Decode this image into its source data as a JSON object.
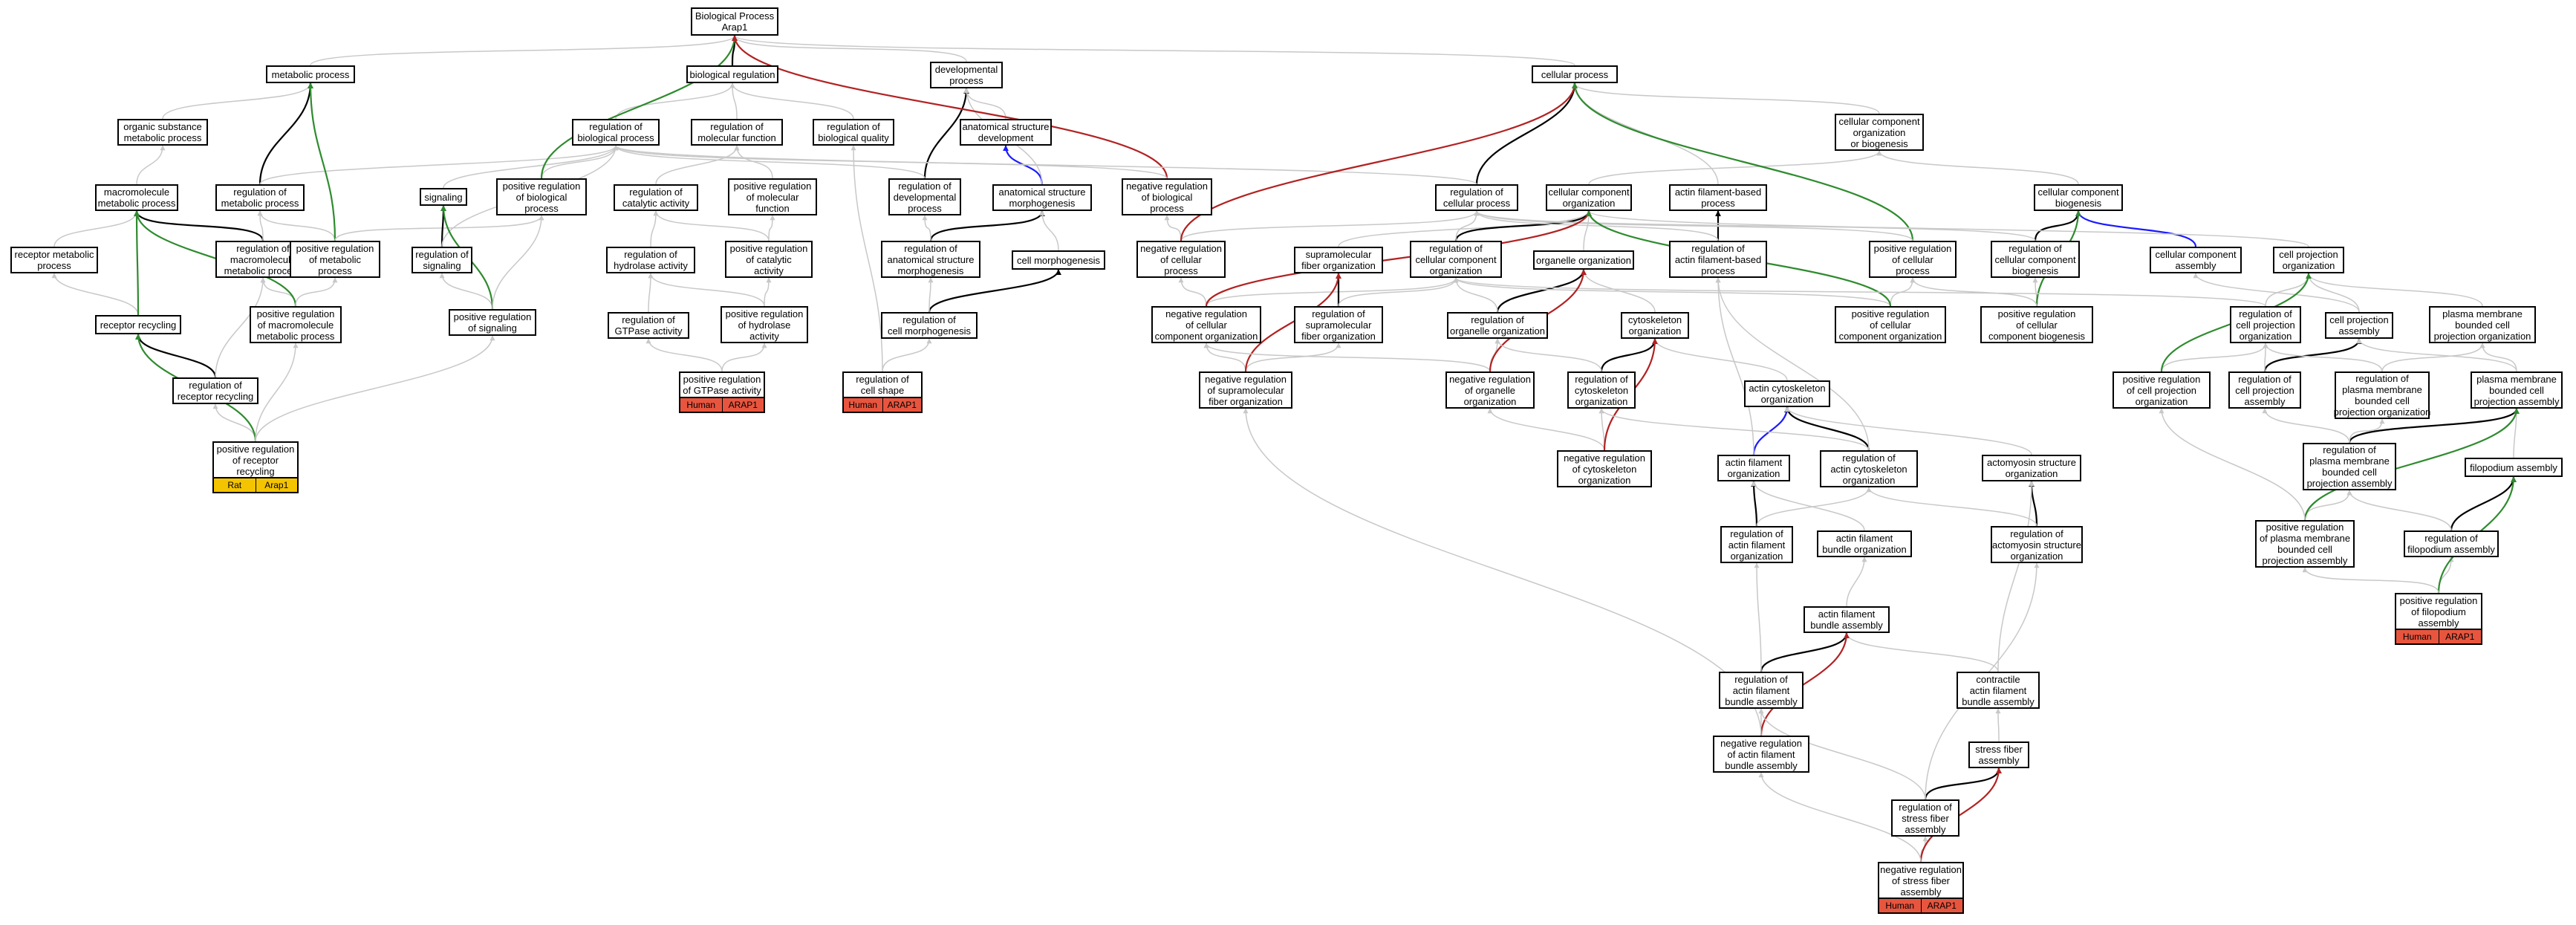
{
  "colors": {
    "edge_gray": "#c8c8c8",
    "edge_black": "#000000",
    "edge_green": "#2e8b2e",
    "edge_red": "#b22222",
    "edge_blue": "#1a1aff",
    "tag_human": "#e8553e",
    "tag_rat": "#f5c400"
  },
  "nodes": [
    {
      "id": "root",
      "lines": [
        "Biological Process",
        "Arap1"
      ]
    },
    {
      "id": "metabolic",
      "lines": [
        "metabolic process"
      ]
    },
    {
      "id": "bioreg",
      "lines": [
        "biological regulation"
      ]
    },
    {
      "id": "developmental",
      "lines": [
        "developmental",
        "process"
      ]
    },
    {
      "id": "cellular",
      "lines": [
        "cellular process"
      ]
    },
    {
      "id": "organic",
      "lines": [
        "organic substance",
        "metabolic process"
      ]
    },
    {
      "id": "regbio",
      "lines": [
        "regulation of",
        "biological process"
      ]
    },
    {
      "id": "regmolfn",
      "lines": [
        "regulation of",
        "molecular function"
      ]
    },
    {
      "id": "regbioqual",
      "lines": [
        "regulation of",
        "biological quality"
      ]
    },
    {
      "id": "anatdev",
      "lines": [
        "anatomical structure",
        "development"
      ]
    },
    {
      "id": "ccob",
      "lines": [
        "cellular component",
        "organization",
        "or biogenesis"
      ]
    },
    {
      "id": "macro",
      "lines": [
        "macromolecule",
        "metabolic process"
      ]
    },
    {
      "id": "regmet",
      "lines": [
        "regulation of",
        "metabolic process"
      ]
    },
    {
      "id": "signaling",
      "lines": [
        "signaling"
      ]
    },
    {
      "id": "posregbio",
      "lines": [
        "positive regulation",
        "of biological",
        "process"
      ]
    },
    {
      "id": "regcatact",
      "lines": [
        "regulation of",
        "catalytic activity"
      ]
    },
    {
      "id": "posregmolfn",
      "lines": [
        "positive regulation",
        "of molecular",
        "function"
      ]
    },
    {
      "id": "regdev",
      "lines": [
        "regulation of",
        "developmental",
        "process"
      ]
    },
    {
      "id": "anatmorph",
      "lines": [
        "anatomical structure",
        "morphogenesis"
      ]
    },
    {
      "id": "negregbio",
      "lines": [
        "negative regulation",
        "of biological",
        "process"
      ]
    },
    {
      "id": "regcell",
      "lines": [
        "regulation of",
        "cellular process"
      ]
    },
    {
      "id": "cco",
      "lines": [
        "cellular component",
        "organization"
      ]
    },
    {
      "id": "afbp",
      "lines": [
        "actin filament-based",
        "process"
      ]
    },
    {
      "id": "ccb",
      "lines": [
        "cellular component",
        "biogenesis"
      ]
    },
    {
      "id": "recmet",
      "lines": [
        "receptor metabolic",
        "process"
      ]
    },
    {
      "id": "regmacro",
      "lines": [
        "regulation of",
        "macromolecule",
        "metabolic process"
      ]
    },
    {
      "id": "posregmet",
      "lines": [
        "positive regulation",
        "of metabolic",
        "process"
      ]
    },
    {
      "id": "regsig",
      "lines": [
        "regulation of",
        "signaling"
      ]
    },
    {
      "id": "reghydro",
      "lines": [
        "regulation of",
        "hydrolase activity"
      ]
    },
    {
      "id": "posregcat",
      "lines": [
        "positive regulation",
        "of catalytic",
        "activity"
      ]
    },
    {
      "id": "regmorph",
      "lines": [
        "regulation of",
        "anatomical structure",
        "morphogenesis"
      ]
    },
    {
      "id": "cellmorph",
      "lines": [
        "cell morphogenesis"
      ]
    },
    {
      "id": "negregcell",
      "lines": [
        "negative regulation",
        "of cellular",
        "process"
      ]
    },
    {
      "id": "supramol",
      "lines": [
        "supramolecular",
        "fiber organization"
      ]
    },
    {
      "id": "regcco",
      "lines": [
        "regulation of",
        "cellular component",
        "organization"
      ]
    },
    {
      "id": "organelle",
      "lines": [
        "organelle organization"
      ]
    },
    {
      "id": "regafbp",
      "lines": [
        "regulation of",
        "actin filament-based",
        "process"
      ]
    },
    {
      "id": "posregcell",
      "lines": [
        "positive regulation",
        "of cellular",
        "process"
      ]
    },
    {
      "id": "regccb",
      "lines": [
        "regulation of",
        "cellular component",
        "biogenesis"
      ]
    },
    {
      "id": "ccassembly",
      "lines": [
        "cellular component",
        "assembly"
      ]
    },
    {
      "id": "cellproj",
      "lines": [
        "cell projection",
        "organization"
      ]
    },
    {
      "id": "recrecyc",
      "lines": [
        "receptor recycling"
      ]
    },
    {
      "id": "posregmacro",
      "lines": [
        "positive regulation",
        "of macromolecule",
        "metabolic process"
      ]
    },
    {
      "id": "posregsig",
      "lines": [
        "positive regulation",
        "of signaling"
      ]
    },
    {
      "id": "reggtpase",
      "lines": [
        "regulation of",
        "GTPase activity"
      ]
    },
    {
      "id": "posreghydro",
      "lines": [
        "positive regulation",
        "of hydrolase",
        "activity"
      ]
    },
    {
      "id": "regcellmorph",
      "lines": [
        "regulation of",
        "cell morphogenesis"
      ]
    },
    {
      "id": "negregcco",
      "lines": [
        "negative regulation",
        "of cellular",
        "component organization"
      ]
    },
    {
      "id": "regsupramol",
      "lines": [
        "regulation of",
        "supramolecular",
        "fiber organization"
      ]
    },
    {
      "id": "regorganelle",
      "lines": [
        "regulation of",
        "organelle organization"
      ]
    },
    {
      "id": "cytoskel",
      "lines": [
        "cytoskeleton",
        "organization"
      ]
    },
    {
      "id": "posregcco",
      "lines": [
        "positive regulation",
        "of cellular",
        "component organization"
      ]
    },
    {
      "id": "posregccb",
      "lines": [
        "positive regulation",
        "of cellular",
        "component biogenesis"
      ]
    },
    {
      "id": "regcellproj",
      "lines": [
        "regulation of",
        "cell projection",
        "organization"
      ]
    },
    {
      "id": "cellprojasm",
      "lines": [
        "cell projection",
        "assembly"
      ]
    },
    {
      "id": "pmbcpo",
      "lines": [
        "plasma membrane",
        "bounded cell",
        "projection organization"
      ]
    },
    {
      "id": "regreceptor",
      "lines": [
        "regulation of",
        "receptor recycling"
      ]
    },
    {
      "id": "posreggtpase",
      "lines": [
        "positive regulation",
        "of GTPase activity"
      ]
    },
    {
      "id": "regcellshape",
      "lines": [
        "regulation of",
        "cell shape"
      ]
    },
    {
      "id": "negregsupramol",
      "lines": [
        "negative regulation",
        "of supramolecular",
        "fiber organization"
      ]
    },
    {
      "id": "negregorganelle",
      "lines": [
        "negative regulation",
        "of organelle",
        "organization"
      ]
    },
    {
      "id": "regcytoskel",
      "lines": [
        "regulation of",
        "cytoskeleton",
        "organization"
      ]
    },
    {
      "id": "actincytoskel",
      "lines": [
        "actin cytoskeleton",
        "organization"
      ]
    },
    {
      "id": "posregcellproj",
      "lines": [
        "positive regulation",
        "of cell projection",
        "organization"
      ]
    },
    {
      "id": "regcellprojasm",
      "lines": [
        "regulation of",
        "cell projection",
        "assembly"
      ]
    },
    {
      "id": "regpmbcpo",
      "lines": [
        "regulation of",
        "plasma membrane",
        "bounded cell",
        "projection organization"
      ]
    },
    {
      "id": "pmbcpa",
      "lines": [
        "plasma membrane",
        "bounded cell",
        "projection assembly"
      ]
    },
    {
      "id": "posregrecyc",
      "lines": [
        "positive regulation",
        "of receptor",
        "recycling"
      ]
    },
    {
      "id": "negregcytoskel",
      "lines": [
        "negative regulation",
        "of cytoskeleton",
        "organization"
      ]
    },
    {
      "id": "actinfilorg",
      "lines": [
        "actin filament",
        "organization"
      ]
    },
    {
      "id": "regactincytoskel",
      "lines": [
        "regulation of",
        "actin cytoskeleton",
        "organization"
      ]
    },
    {
      "id": "actomyosin",
      "lines": [
        "actomyosin structure",
        "organization"
      ]
    },
    {
      "id": "regpmbcpa",
      "lines": [
        "regulation of",
        "plasma membrane",
        "bounded cell",
        "projection assembly"
      ]
    },
    {
      "id": "filopodium",
      "lines": [
        "filopodium assembly"
      ]
    },
    {
      "id": "regactinfilorg",
      "lines": [
        "regulation of",
        "actin filament",
        "organization"
      ]
    },
    {
      "id": "afbo",
      "lines": [
        "actin filament",
        "bundle organization"
      ]
    },
    {
      "id": "regactomyosin",
      "lines": [
        "regulation of",
        "actomyosin structure",
        "organization"
      ]
    },
    {
      "id": "posregpmbcpa",
      "lines": [
        "positive regulation",
        "of plasma membrane",
        "bounded cell",
        "projection assembly"
      ]
    },
    {
      "id": "regfilopodium",
      "lines": [
        "regulation of",
        "filopodium assembly"
      ]
    },
    {
      "id": "afba",
      "lines": [
        "actin filament",
        "bundle assembly"
      ]
    },
    {
      "id": "posregfilopodium",
      "lines": [
        "positive regulation",
        "of filopodium",
        "assembly"
      ]
    },
    {
      "id": "regafba",
      "lines": [
        "regulation of",
        "actin filament",
        "bundle assembly"
      ]
    },
    {
      "id": "contractile",
      "lines": [
        "contractile",
        "actin filament",
        "bundle assembly"
      ]
    },
    {
      "id": "negregafba",
      "lines": [
        "negative regulation",
        "of actin filament",
        "bundle assembly"
      ]
    },
    {
      "id": "stressfiber",
      "lines": [
        "stress fiber",
        "assembly"
      ]
    },
    {
      "id": "regstress",
      "lines": [
        "regulation of",
        "stress fiber",
        "assembly"
      ]
    },
    {
      "id": "negregstress",
      "lines": [
        "negative regulation",
        "of stress fiber",
        "assembly"
      ]
    }
  ],
  "annotations": [
    {
      "node": "posreggtpase",
      "labels": [
        "Human",
        "ARAP1"
      ],
      "color": "#e8553e"
    },
    {
      "node": "regcellshape",
      "labels": [
        "Human",
        "ARAP1"
      ],
      "color": "#e8553e"
    },
    {
      "node": "posregrecyc",
      "labels": [
        "Rat",
        "Arap1"
      ],
      "color": "#f5c400"
    },
    {
      "node": "posregfilopodium",
      "labels": [
        "Human",
        "ARAP1"
      ],
      "color": "#e8553e"
    },
    {
      "node": "negregstress",
      "labels": [
        "Human",
        "ARAP1"
      ],
      "color": "#e8553e"
    }
  ]
}
